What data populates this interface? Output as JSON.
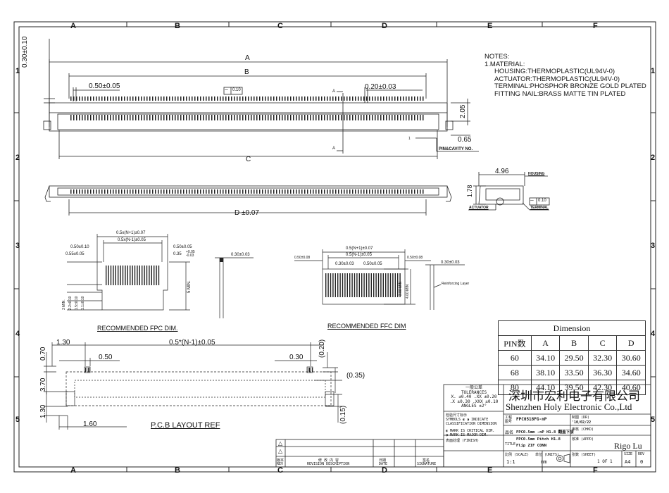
{
  "zones_top": [
    "A",
    "B",
    "C",
    "D",
    "E",
    "F"
  ],
  "zones_bottom": [
    "A",
    "B",
    "C",
    "D",
    "E",
    "F"
  ],
  "zones_left": [
    "1",
    "2",
    "3",
    "4",
    "5"
  ],
  "zones_right": [
    "1",
    "2",
    "3",
    "4",
    "5"
  ],
  "notes": {
    "title": "NOTES:",
    "material": "1.MATERIAL:",
    "housing": "HOUSING:THERMOPLASTIC(UL94V-0)",
    "actuator": "ACTUATOR:THERMOPLASTIC(UL94V-0)",
    "terminal": "TERMINAL:PHOSPHOR BRONZE GOLD PLATED",
    "fitting": "FITTING NAIL:BRASS MATTE TIN PLATED"
  },
  "top_view": {
    "dim_a": "A",
    "dim_b": "B",
    "dim_c": "C",
    "dim_d": "D ±0.07",
    "pitch": "0.50±0.05",
    "height_tol": "0.30±0.10",
    "flatness_sym": "⏤",
    "flatness": "0.10",
    "pin_width": "0.20±0.03",
    "depth": "2.05",
    "offset": "0.65",
    "section_a": "A",
    "pin_label": "PIN&CAVITY NO.",
    "pin_no": "1"
  },
  "side_view": {
    "width": "4.96",
    "height": "1.78",
    "housing": "HOUSING",
    "actuator": "ACTUATOR",
    "terminal": "TERMINAL",
    "flatness_sym": "⏤",
    "flatness": "0.10"
  },
  "fpc": {
    "title": "RECOMMENDED FPC DIM.",
    "d1": "0.5x(N+1)±0.07",
    "d2": "0.5x(N-1)±0.05",
    "d3": "0.50±0.10",
    "d4": "0.55±0.05",
    "d5": "0.50±0.05",
    "d6": "0.35",
    "d6_tol": "+0.05 -0.03",
    "d7": "5 MIN.",
    "d8": "3 MIN.",
    "d9": "2.2±0.10",
    "d10": "1.5±0.10",
    "d11": "1.1±0.10",
    "thickness": "0.30±0.03"
  },
  "ffc": {
    "title": "RECOMMENDED FFC DIM",
    "d1": "0.5(N+1)±0.07",
    "d2": "0.5(N-1)±0.05",
    "d3": "0.30±0.03",
    "d4": "0.50±0.05",
    "d5": "0.50±0.08",
    "d6": "0.50±0.08",
    "d7": "3.00 MIN",
    "d8": "4.00 MIN",
    "thickness": "0.30±0.03",
    "reinforcing": "Reinforcing Layer"
  },
  "pcb": {
    "title": "P.C.B LAYOUT REF",
    "d1": "1.30",
    "d2": "0.5*(N-1)±0.05",
    "d3": "0.70",
    "d4": "0.50",
    "d5": "0.30",
    "d6": "(0.20)",
    "d7": "(0.35)",
    "d8": "3.70",
    "d9": "1.30",
    "d10": "1.60",
    "d11": "(0.15)"
  },
  "dimension_table": {
    "title": "Dimension",
    "headers": [
      "PIN数",
      "A",
      "B",
      "C",
      "D"
    ],
    "rows": [
      [
        "60",
        "34.10",
        "29.50",
        "32.30",
        "30.60"
      ],
      [
        "68",
        "38.10",
        "33.50",
        "36.30",
        "34.60"
      ],
      [
        "80",
        "44.10",
        "39.50",
        "42.30",
        "40.60"
      ]
    ]
  },
  "title_block": {
    "tol_head": "一般公差",
    "tol_title": "TOLERANCES",
    "tol_line1": "X. ±0.40  .XX ±0.20",
    "tol_line2": ".X ±0.30  .XXX ±0.10",
    "tol_line3": "ANGLES  ±2°",
    "class_head": "检验尺寸标示",
    "class_line1": "SYMBOLS ◐ ◑ INDICATE",
    "class_line2": "CLASSIFICATION DIMENSION",
    "crit": "◐ MARK IS CRITICAL DIM.",
    "major": "◑ MARK IS MAJOR DIM.",
    "finish": "表面处理 (FINISH)",
    "company_cn": "深圳市宏利电子有限公司",
    "company_en": "Shenzhen Holy Electronic Co.,Ltd",
    "partno_label": "工程 图号",
    "partno": "FPC0518FG-nP",
    "name_label": "品名",
    "name": "FPC0.5mm -nP H1.8 翻盖下接",
    "title_label": "TITLE",
    "title": "FPC0.5mm Pitch H1.8 Flip ZIF CONN",
    "dr_label": "制图 (DR)",
    "dr_date": "'10/02/22",
    "chkd_label": "审核 (CHKD)",
    "appd_label": "核准 (APPD)",
    "appd": "Rigo Lu",
    "scale_label": "比例 (SCALE)",
    "scale": "1:1",
    "units_label": "单位 (UNITS)",
    "units": "mm",
    "sheet_label": "张数 (SHEET)",
    "sheet": "1 OF 1",
    "size_label": "SIZE",
    "size": "A4",
    "rev_label": "REV",
    "rev": "0",
    "revision_head": "修 改 内 容",
    "revision_sub": "REVISION DESCRIPTION",
    "date_head": "日期",
    "date_sub": "DATE",
    "sign_head": "签名",
    "sign_sub": "SIGNATURE",
    "rev_head": "版本",
    "rev_sub": "REV",
    "triangle": "△"
  }
}
